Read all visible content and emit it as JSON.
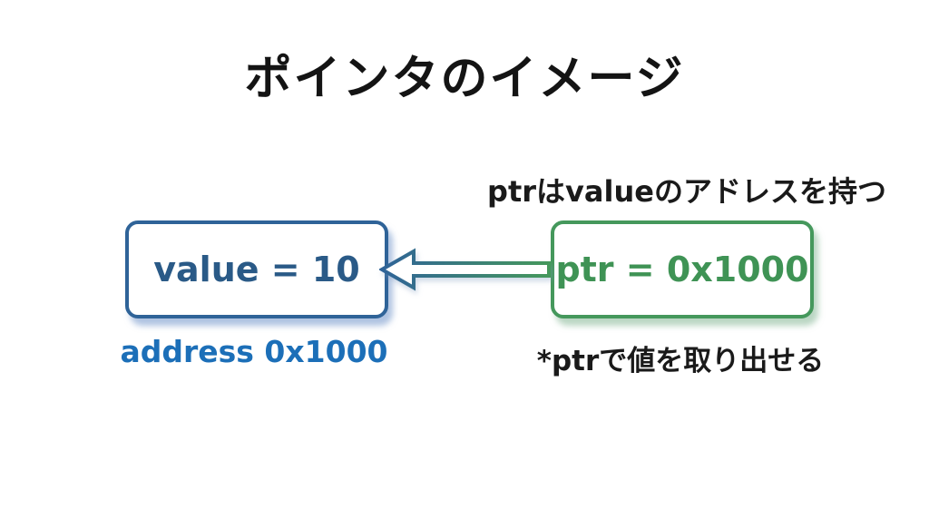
{
  "title": "ポインタのイメージ",
  "diagram": {
    "annotation_top": "ptrはvalueのアドレスを持つ",
    "value_box": {
      "label": "value = 10",
      "caption": "address 0x1000"
    },
    "ptr_box": {
      "label": "ptr = 0x1000",
      "caption": "*ptrで値を取り出せる"
    },
    "arrow": {
      "direction": "left",
      "from": "ptr-box",
      "to": "value-box",
      "style": "hollow-outline-gradient"
    }
  },
  "colors": {
    "title_text": "#141414",
    "blue_border": "#2F6398",
    "blue_label": "#2A5A87",
    "blue_caption": "#1C6FB8",
    "green_border": "#45985C",
    "green_label": "#3F9355",
    "background": "#ffffff"
  }
}
